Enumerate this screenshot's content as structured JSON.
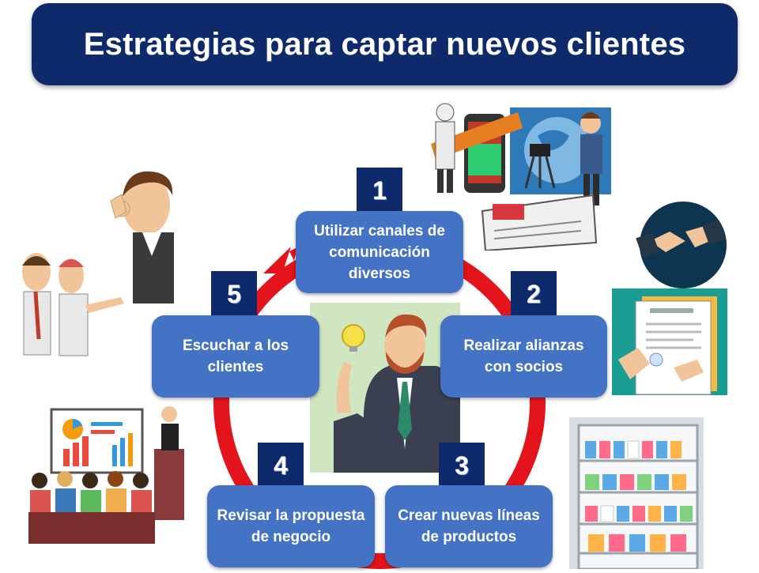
{
  "title": "Estrategias para captar nuevos clientes",
  "colors": {
    "banner": "#0e2a6b",
    "step_box": "#4472c4",
    "badge": "#0e2a6b",
    "cycle_arrow": "#e3141b"
  },
  "steps": [
    {
      "number": "1",
      "label": "Utilizar canales de comunicación diversos"
    },
    {
      "number": "2",
      "label": "Realizar alianzas con socios"
    },
    {
      "number": "3",
      "label": "Crear nuevas líneas de productos"
    },
    {
      "number": "4",
      "label": "Revisar la propuesta de negocio"
    },
    {
      "number": "5",
      "label": "Escuchar a los clientes"
    }
  ],
  "illustrations": {
    "center": "businessman-idea-icon",
    "step1": "media-channels-icon",
    "step2": "handshake-contract-icon",
    "step3": "supermarket-shelf-icon",
    "step4": "presentation-audience-icon",
    "step5": "listening-people-icon"
  }
}
